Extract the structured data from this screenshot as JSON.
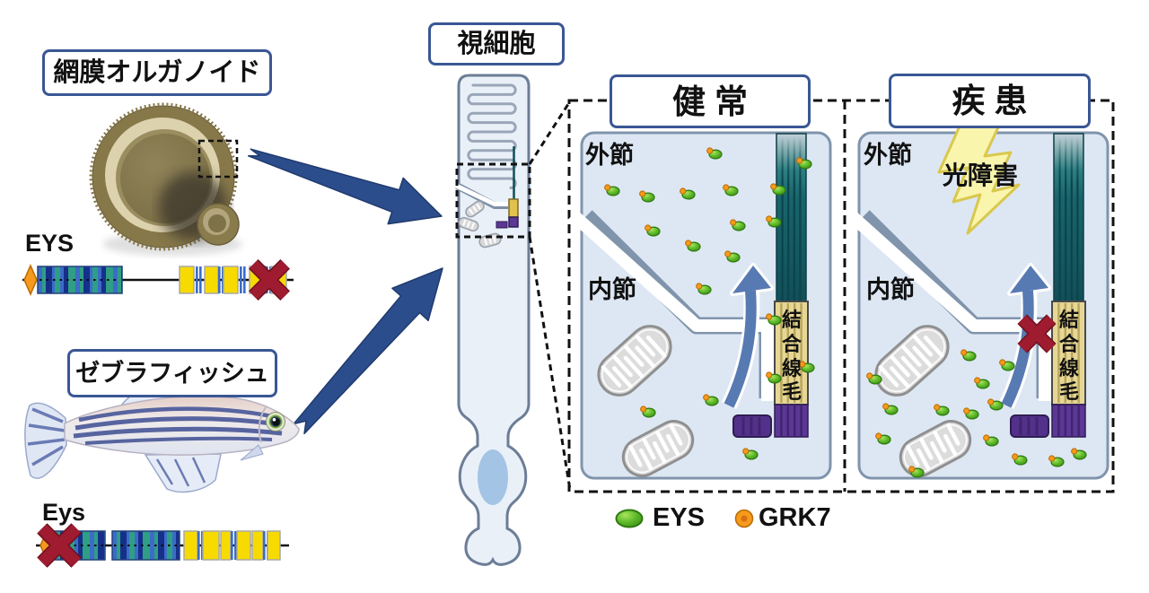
{
  "figure": {
    "labels": {
      "organoid": "網膜オルガノイド",
      "zebrafish": "ゼブラフィッシュ",
      "photoreceptor": "視細胞",
      "healthy": "健常",
      "disease": "疾患",
      "outer_segment": "外節",
      "inner_segment": "内節",
      "light_damage": "光障害",
      "connecting_cilium": "結合線毛",
      "gene_human": "EYS",
      "gene_fish": "Eys"
    },
    "legend": {
      "eys_label": "EYS",
      "grk7_label": "GRK7"
    },
    "colors": {
      "arrow_navy": "#2b4d8c",
      "arrow_navy_dark": "#203a6e",
      "panel_cell_fill": "#dde7f3",
      "cell_fill": "#e9f0f8",
      "cell_outline": "#8094ac",
      "teal_dark": "#114f58",
      "teal_stripe": "#0c444c",
      "tan": "#e6d795",
      "tan_stripe": "#b9a55c",
      "purple": "#5c3795",
      "purple_dark": "#2e1d52",
      "purple_stripe": "#3f2570",
      "eys_green": "#5cb829",
      "eys_green_dark": "#2e7a10",
      "grk7_orange": "#f59a1d",
      "grk7_orange_dark": "#b96a00",
      "red_x": "#9e1b30",
      "red_x_dark": "#70101f",
      "lightning_fill": "#faf5ad",
      "lightning_stroke": "#d9c84e",
      "label_border": "#3a5795",
      "mito_fill": "#dcdcdc",
      "mito_outline": "#8f8f8f",
      "gene_blue": "#3b6cc7",
      "gene_teal": "#2f9e84",
      "gene_navy": "#16308a",
      "gene_yellow": "#f7da00",
      "arrow_steel": "#587ab3",
      "nucleus_blue": "#a4c4e6",
      "squiggle_gray": "#9aa6b8"
    },
    "panels": {
      "healthy_markers": [
        [
          797,
          172
        ],
        [
          897,
          183
        ],
        [
          683,
          213
        ],
        [
          722,
          220
        ],
        [
          767,
          217
        ],
        [
          815,
          213
        ],
        [
          868,
          212
        ],
        [
          728,
          258
        ],
        [
          823,
          252
        ],
        [
          863,
          248
        ],
        [
          773,
          275
        ],
        [
          817,
          287
        ],
        [
          785,
          323
        ],
        [
          863,
          357
        ],
        [
          900,
          410
        ],
        [
          863,
          422
        ],
        [
          793,
          447
        ],
        [
          723,
          460
        ],
        [
          837,
          507
        ]
      ],
      "disease_markers": [
        [
          1080,
          397
        ],
        [
          1123,
          408
        ],
        [
          975,
          423
        ],
        [
          1095,
          428
        ],
        [
          993,
          457
        ],
        [
          1050,
          458
        ],
        [
          1083,
          462
        ],
        [
          1110,
          452
        ],
        [
          985,
          490
        ],
        [
          1105,
          492
        ],
        [
          1137,
          513
        ],
        [
          1178,
          515
        ],
        [
          1203,
          507
        ],
        [
          1022,
          527
        ]
      ]
    }
  }
}
